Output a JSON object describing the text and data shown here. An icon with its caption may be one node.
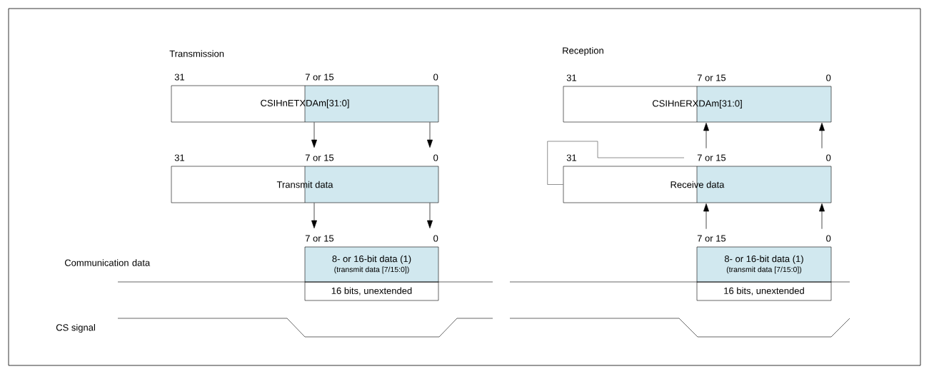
{
  "diagram": {
    "nodes": [
      {
        "text": [
          "CSIHnETXDAm[31:0]"
        ],
        "beside": [
          "31",
          "7 or 15",
          "0"
        ]
      },
      {
        "text": [
          "Transmit data"
        ],
        "beside": [
          "31",
          "7 or 15",
          "0"
        ]
      },
      {
        "text": [
          "8- or 16-bit data (1)",
          "(transmit data [7/15:0])"
        ],
        "beside": [
          "7 or 15",
          "0"
        ]
      },
      {
        "text": [
          "16 bits, unextended"
        ]
      },
      {
        "text": [
          "CSIHnERXDAm[31:0]"
        ],
        "beside": [
          "31",
          "7 or 15",
          "0"
        ]
      },
      {
        "text": [
          "Receive data"
        ],
        "beside": [
          "31",
          "7 or 15",
          "0"
        ]
      },
      {
        "text": [
          "8- or 16-bit data (1)",
          "(transmit data [7/15:0])"
        ],
        "beside": [
          "7 or 15",
          "0"
        ]
      },
      {
        "text": [
          "16 bits, unextended"
        ]
      }
    ],
    "edges": [
      {
        "from": 0,
        "to": 1,
        "arrow": "to"
      },
      {
        "from": 0,
        "to": 1,
        "arrow": "to"
      },
      {
        "from": 1,
        "to": 2,
        "arrow": "to"
      },
      {
        "from": 1,
        "to": 2,
        "arrow": "to"
      },
      {
        "from": 5,
        "to": 4,
        "arrow": "to"
      },
      {
        "from": 5,
        "to": 4,
        "arrow": "to"
      },
      {
        "from": 6,
        "to": 5,
        "arrow": "to"
      },
      {
        "from": 6,
        "to": 5,
        "arrow": "to"
      },
      {
        "from": 5,
        "to": null,
        "arrow": "none",
        "color": "#606060"
      }
    ],
    "labels": [
      "Transmission",
      "Reception",
      "Communication data",
      "CS signal"
    ]
  }
}
